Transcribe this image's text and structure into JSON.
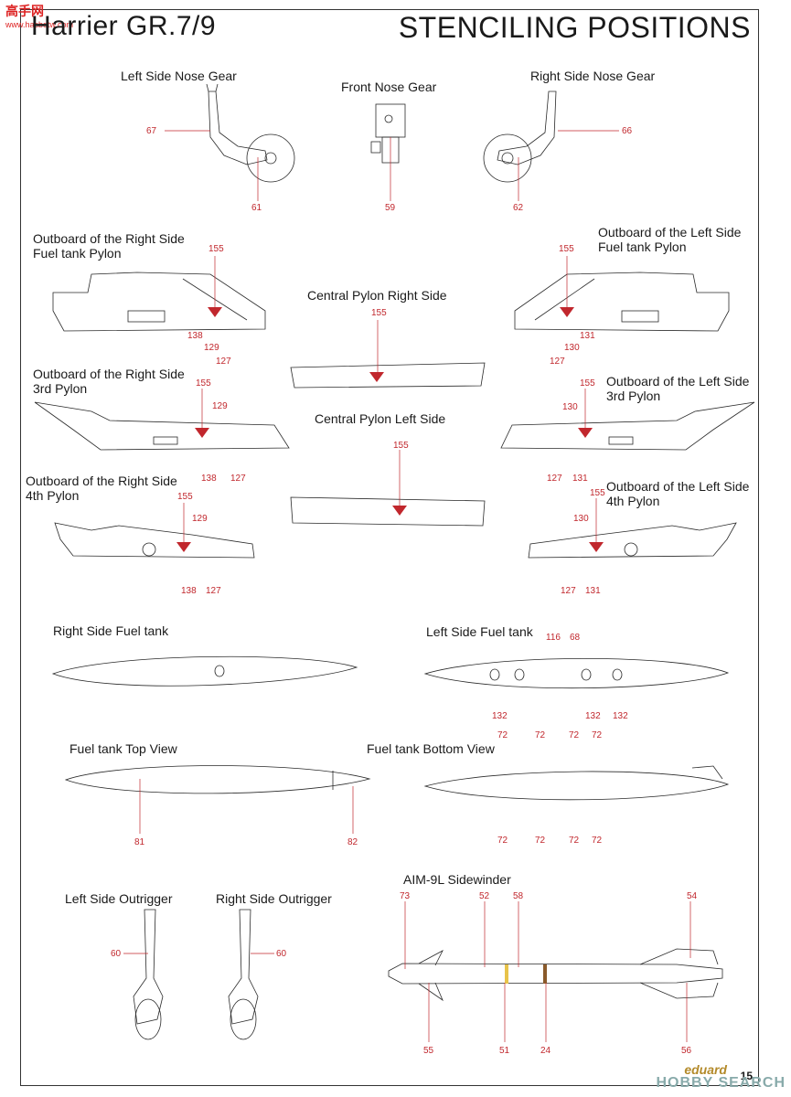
{
  "header": {
    "left_title": "Harrier GR.7/9",
    "right_title": "STENCILING POSITIONS"
  },
  "watermarks": {
    "top_left": "高手网",
    "top_left_sub": "www.hasbdtw.com",
    "bottom_right": "HOBBY SEARCH"
  },
  "footer": {
    "brand": "eduard",
    "page_number": "15"
  },
  "sections": {
    "left_nose_gear": "Left Side Nose Gear",
    "front_nose_gear": "Front Nose Gear",
    "right_nose_gear": "Right Side Nose Gear",
    "outboard_right_fuel_pylon_1": "Outboard of the Right Side",
    "outboard_right_fuel_pylon_2": "Fuel tank Pylon",
    "outboard_left_fuel_pylon_1": "Outboard of the Left Side",
    "outboard_left_fuel_pylon_2": "Fuel tank Pylon",
    "central_pylon_right": "Central Pylon  Right  Side",
    "central_pylon_left": "Central Pylon  Left  Side",
    "outboard_right_3rd_1": "Outboard of the Right Side",
    "outboard_right_3rd_2": "3rd  Pylon",
    "outboard_left_3rd_1": "Outboard of the Left Side",
    "outboard_left_3rd_2": "3rd  Pylon",
    "outboard_right_4th_1": "Outboard of the Right Side",
    "outboard_right_4th_2": "4th  Pylon",
    "outboard_left_4th_1": "Outboard of the Left Side",
    "outboard_left_4th_2": "4th  Pylon",
    "right_fuel_tank": "Right Side Fuel tank",
    "left_fuel_tank": "Left Side Fuel tank",
    "fuel_tank_top": "Fuel tank Top View",
    "fuel_tank_bottom": "Fuel tank Bottom View",
    "left_outrigger": "Left Side Outrigger",
    "right_outrigger": "Right Side Outrigger",
    "sidewinder": "AIM-9L Sidewinder"
  },
  "callouts": [
    {
      "id": "c67",
      "text": "67"
    },
    {
      "id": "c61",
      "text": "61"
    },
    {
      "id": "c59",
      "text": "59"
    },
    {
      "id": "c66",
      "text": "66"
    },
    {
      "id": "c62",
      "text": "62"
    },
    {
      "id": "c155a",
      "text": "155"
    },
    {
      "id": "c138a",
      "text": "138"
    },
    {
      "id": "c129a",
      "text": "129"
    },
    {
      "id": "c127a",
      "text": "127"
    },
    {
      "id": "c155b",
      "text": "155"
    },
    {
      "id": "c127b",
      "text": "127"
    },
    {
      "id": "c130b",
      "text": "130"
    },
    {
      "id": "c131b",
      "text": "131"
    },
    {
      "id": "c155c",
      "text": "155"
    },
    {
      "id": "c155d",
      "text": "155"
    },
    {
      "id": "c155e",
      "text": "155"
    },
    {
      "id": "c129e",
      "text": "129"
    },
    {
      "id": "c138e",
      "text": "138"
    },
    {
      "id": "c127e",
      "text": "127"
    },
    {
      "id": "c155f",
      "text": "155"
    },
    {
      "id": "c130f",
      "text": "130"
    },
    {
      "id": "c127f",
      "text": "127"
    },
    {
      "id": "c131f",
      "text": "131"
    },
    {
      "id": "c155g",
      "text": "155"
    },
    {
      "id": "c129g",
      "text": "129"
    },
    {
      "id": "c138g",
      "text": "138"
    },
    {
      "id": "c127g",
      "text": "127"
    },
    {
      "id": "c155h",
      "text": "155"
    },
    {
      "id": "c130h",
      "text": "130"
    },
    {
      "id": "c127h",
      "text": "127"
    },
    {
      "id": "c131h",
      "text": "131"
    },
    {
      "id": "c116",
      "text": "116"
    },
    {
      "id": "c68",
      "text": "68"
    },
    {
      "id": "c132a",
      "text": "132"
    },
    {
      "id": "c132b",
      "text": "132"
    },
    {
      "id": "c132c",
      "text": "132"
    },
    {
      "id": "c81",
      "text": "81"
    },
    {
      "id": "c82",
      "text": "82"
    },
    {
      "id": "c72a",
      "text": "72"
    },
    {
      "id": "c72b",
      "text": "72"
    },
    {
      "id": "c72c",
      "text": "72"
    },
    {
      "id": "c72d",
      "text": "72"
    },
    {
      "id": "c72e",
      "text": "72"
    },
    {
      "id": "c72f",
      "text": "72"
    },
    {
      "id": "c72g",
      "text": "72"
    },
    {
      "id": "c72h",
      "text": "72"
    },
    {
      "id": "c60a",
      "text": "60"
    },
    {
      "id": "c60b",
      "text": "60"
    },
    {
      "id": "c73",
      "text": "73"
    },
    {
      "id": "c52",
      "text": "52"
    },
    {
      "id": "c58",
      "text": "58"
    },
    {
      "id": "c54",
      "text": "54"
    },
    {
      "id": "c55",
      "text": "55"
    },
    {
      "id": "c51",
      "text": "51"
    },
    {
      "id": "c24",
      "text": "24"
    },
    {
      "id": "c56",
      "text": "56"
    }
  ],
  "colors": {
    "callout": "#c1272d",
    "outline": "#2a2a2a",
    "stencil_triangle": "#c1272d"
  }
}
